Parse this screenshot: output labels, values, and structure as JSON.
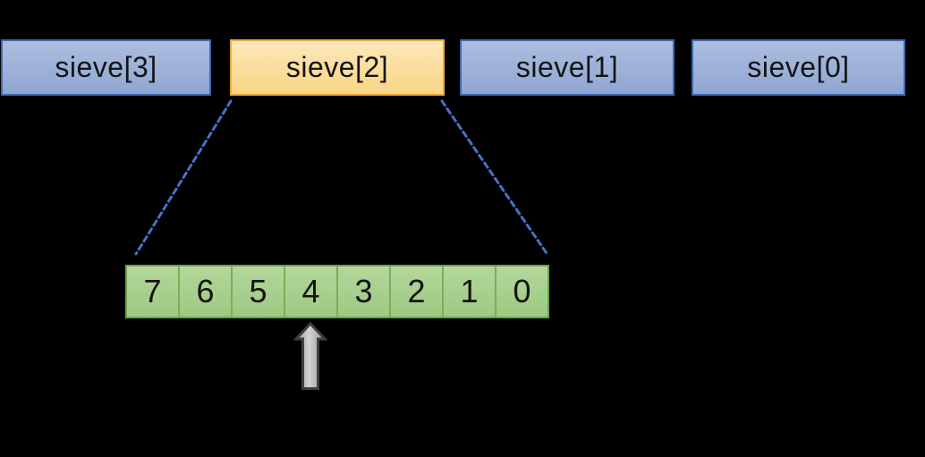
{
  "diagram": {
    "description": "sieve byte array with sieve[2] expanded into its 8 bit positions",
    "registers": [
      {
        "label": "sieve[3]",
        "highlighted": false
      },
      {
        "label": "sieve[2]",
        "highlighted": true
      },
      {
        "label": "sieve[1]",
        "highlighted": false
      },
      {
        "label": "sieve[0]",
        "highlighted": false
      }
    ],
    "expanded_register": "sieve[2]",
    "bit_cells": [
      "7",
      "6",
      "5",
      "4",
      "3",
      "2",
      "1",
      "0"
    ],
    "pointed_bit": "4"
  },
  "colors": {
    "background": "#000000",
    "register_fill_top": "#ACBEDF",
    "register_fill_bottom": "#8FA6D3",
    "register_border": "#3E68B0",
    "highlight_fill_top": "#FCE8BB",
    "highlight_fill_bottom": "#FAD584",
    "highlight_border": "#EFA73F",
    "bit_fill_top": "#B3D79B",
    "bit_fill_bottom": "#9DC982",
    "bit_border": "#6BA347",
    "connector": "#4472C4",
    "arrow_fill_light": "#D3D3D3",
    "arrow_fill_dark": "#969696",
    "arrow_border": "#404040",
    "text": "#141414"
  }
}
